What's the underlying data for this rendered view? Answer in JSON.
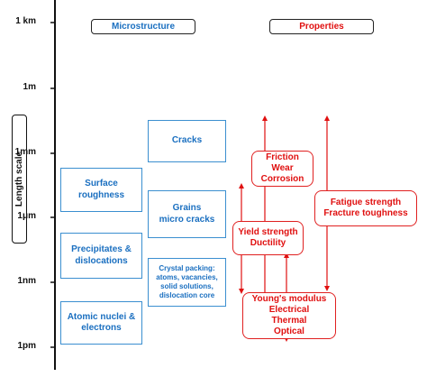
{
  "axis": {
    "title": "Length scale",
    "ticks": [
      "1 km",
      "1m",
      "1mm",
      "1μm",
      "1nm",
      "1pm"
    ]
  },
  "headers": {
    "microstructure": "Microstructure",
    "properties": "Properties"
  },
  "microstructure": {
    "cracks": "Cracks",
    "grains": "Grains\nmicro cracks",
    "crystal_packing": "Crystal packing:\natoms, vacancies,\nsolid solutions,\ndislocation core",
    "surface_roughness": "Surface\nroughness",
    "precipitates": "Precipitates &\ndislocations",
    "atomic_nuclei": "Atomic nuclei &\nelectrons"
  },
  "properties": {
    "friction": "Friction\nWear\nCorrosion",
    "fatigue": "Fatigue strength\nFracture toughness",
    "yield": "Yield strength\nDuctility",
    "youngs": "Young's modulus\nElectrical\nThermal\nOptical"
  },
  "colors": {
    "axis": "#111111",
    "micro_text": "#1a6fc0",
    "micro_border": "#3b8fd0",
    "prop_red": "#e01010"
  }
}
